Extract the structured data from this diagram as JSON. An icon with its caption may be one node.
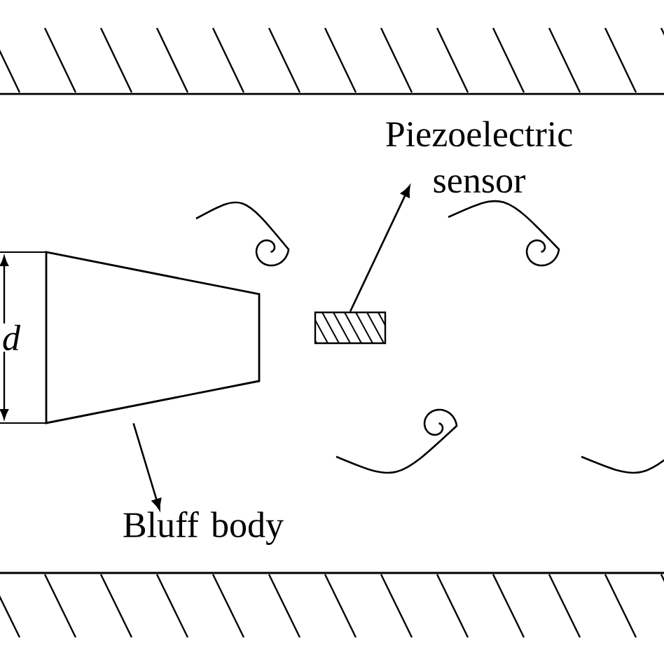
{
  "diagram": {
    "nodes": [
      {
        "text": [
          "Piezoelectric sensor"
        ]
      },
      {
        "text": [
          "Bluff body"
        ]
      },
      {
        "text": [],
        "shape": "box"
      },
      {
        "text": [],
        "shape": "trapezoid"
      }
    ],
    "edges": [
      {
        "from": 2,
        "to": 0,
        "arrow": "to"
      },
      {
        "from": 3,
        "to": 1,
        "arrow": "to"
      }
    ],
    "labels": [
      "d"
    ]
  }
}
